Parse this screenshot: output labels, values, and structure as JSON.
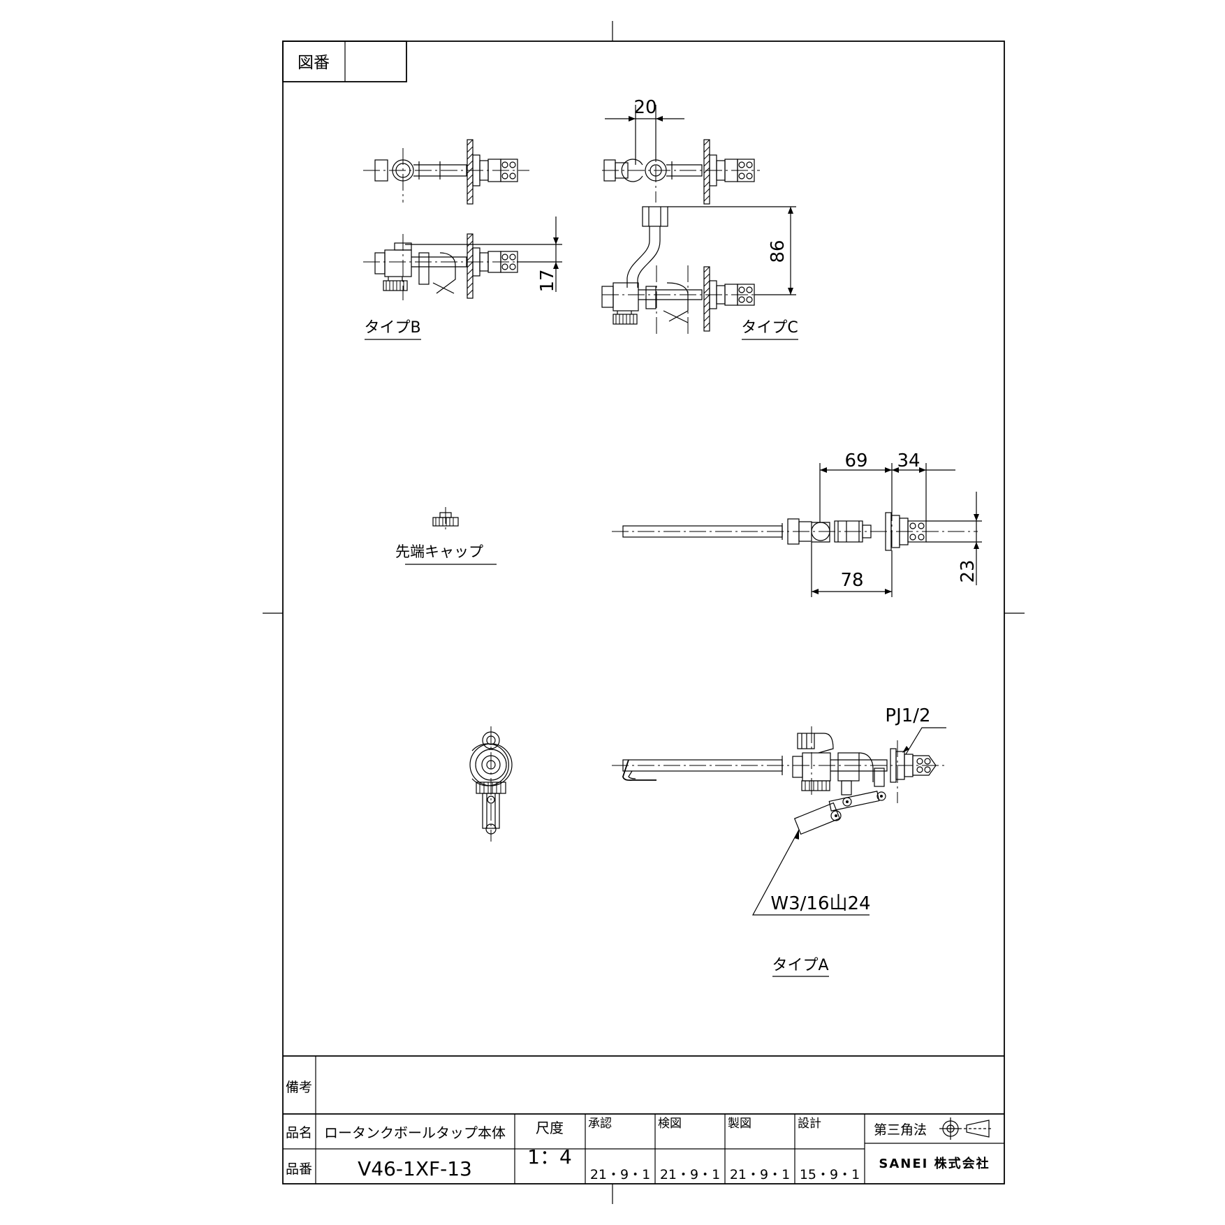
{
  "sheet": {
    "drawing_no_label": "図番",
    "drawing_no_value": ""
  },
  "views": {
    "type_b": "タイプB",
    "type_c": "タイプC",
    "type_a": "タイプA",
    "tip_cap": "先端キャップ"
  },
  "dimensions": {
    "d20": "20",
    "d86": "86",
    "d17": "17",
    "d69": "69",
    "d34": "34",
    "d78": "78",
    "d23": "23",
    "thread_pj": "PJ1/2",
    "thread_w": "W3/16山24"
  },
  "title_block": {
    "remarks_label": "備考",
    "remarks_value": "",
    "name_label": "品名",
    "name_value": "ロータンクボールタップ本体",
    "number_label": "品番",
    "number_value": "V46-1XF-13",
    "scale_label": "尺度",
    "scale_value": "1：4",
    "approved_label": "承認",
    "approved_date": "21・9・1",
    "checked_label": "検図",
    "checked_date": "21・9・1",
    "drawn_label": "製図",
    "drawn_date": "21・9・1",
    "designed_label": "設計",
    "designed_date": "15・9・1",
    "projection_label": "第三角法",
    "company": "SANEI 株式会社"
  }
}
